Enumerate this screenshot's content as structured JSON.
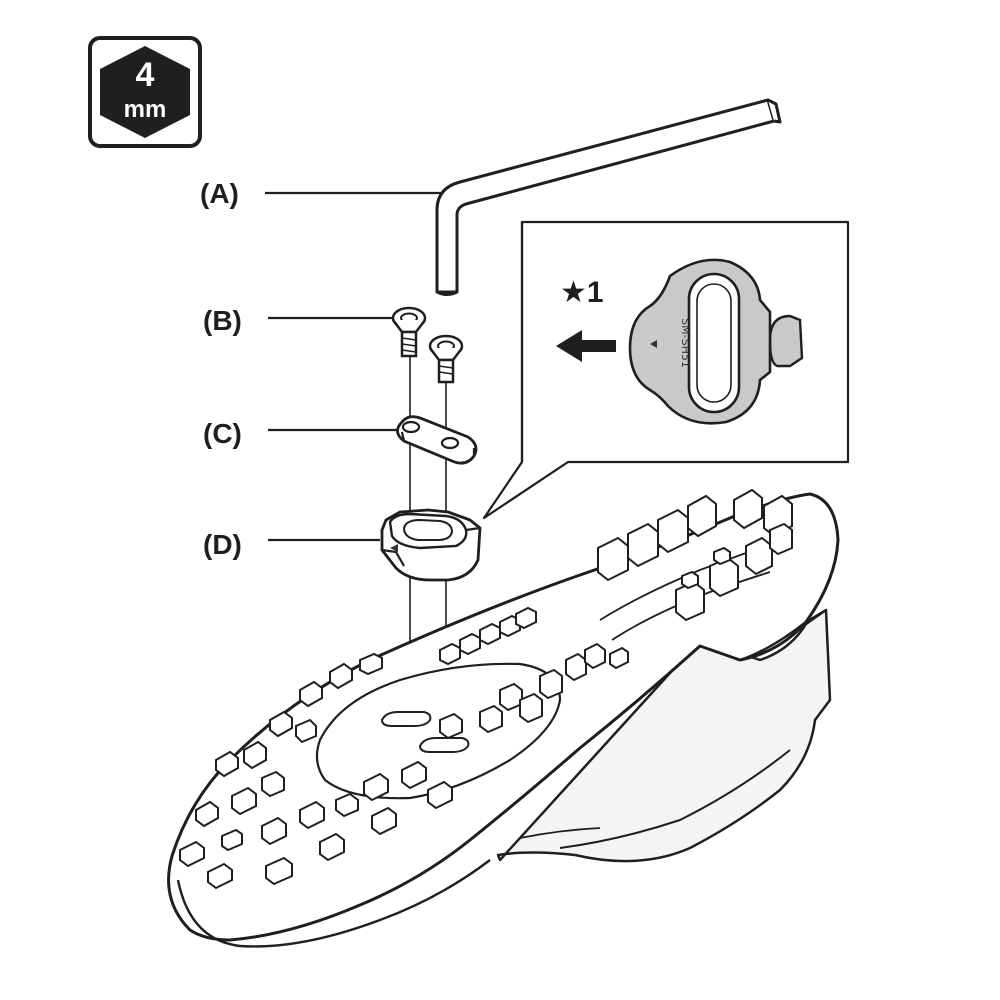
{
  "tool_badge": {
    "size_value": "4",
    "size_unit": "mm",
    "icon": "hex-key-size-icon"
  },
  "callouts": {
    "a": "(A)",
    "b": "(B)",
    "c": "(C)",
    "d": "(D)"
  },
  "inset": {
    "note_marker": "★1",
    "cleat_stamp": "SM-SH51",
    "arrow_icon": "arrow-left-icon"
  },
  "colors": {
    "ink": "#1f1f1f",
    "cleat_fill": "#c9c9c9",
    "shoe_fill": "#f7f7f7",
    "badge_fill": "#1f1f1f",
    "pointer_triangle": "#333333"
  }
}
